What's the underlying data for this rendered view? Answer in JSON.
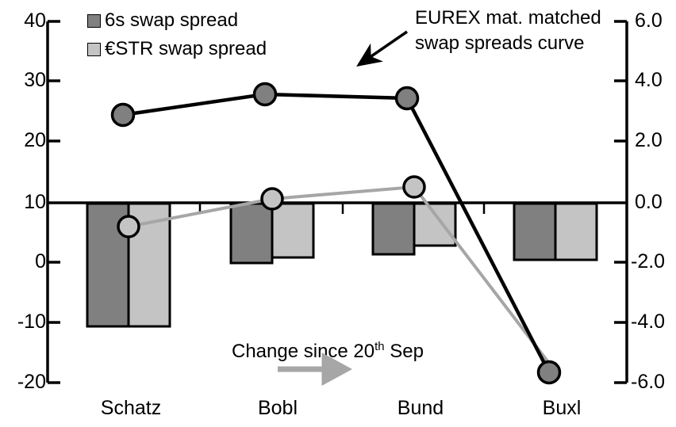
{
  "chart_data": {
    "type": "bar",
    "title": "",
    "xlabel": "",
    "categories": [
      "Schatz",
      "Bobl",
      "Bund",
      "Buxl"
    ],
    "left_axis": {
      "label": "",
      "ylim": [
        -20,
        40
      ],
      "ticks": [
        "40",
        "30",
        "20",
        "10",
        "0",
        "-10",
        "-20"
      ],
      "tick_values": [
        40,
        30,
        20,
        10,
        0,
        -10,
        -20
      ]
    },
    "right_axis": {
      "label": "",
      "ylim": [
        -6.0,
        6.0
      ],
      "ticks": [
        "6.0",
        "4.0",
        "2.0",
        "0.0",
        "-2.0",
        "-4.0",
        "-6.0"
      ],
      "tick_values": [
        6.0,
        4.0,
        2.0,
        0.0,
        -2.0,
        -4.0,
        -6.0
      ]
    },
    "grid": false,
    "zero_line_left_value": 10,
    "zero_line_right_value": 0.0,
    "series": [
      {
        "name": "6s swap spread",
        "type": "bar",
        "axis": "right",
        "color": "#808080",
        "edge_color": "#000000",
        "values": [
          -4.15,
          -2.0,
          -1.8,
          -1.9
        ]
      },
      {
        "name": "€STR swap spread",
        "type": "bar",
        "axis": "right",
        "color": "#c4c4c4",
        "edge_color": "#000000",
        "values": [
          -4.15,
          -1.9,
          -1.65,
          -1.9
        ]
      },
      {
        "name": "EUREX mat. matched swap spreads curve",
        "type": "line",
        "axis": "left",
        "color": "#000000",
        "marker_fill": "#808080",
        "values": [
          24.5,
          28.0,
          27.3,
          -18.0
        ]
      },
      {
        "name": "Change since 20th Sep",
        "type": "line",
        "axis": "left",
        "color": "#a6a6a6",
        "marker_fill": "#c4c4c4",
        "values": [
          6.0,
          10.6,
          12.8,
          -18.0
        ]
      }
    ]
  },
  "legend": {
    "position": "top-left",
    "items": [
      {
        "label": "6s swap spread",
        "color": "#808080"
      },
      {
        "label": "€STR swap spread",
        "color": "#c4c4c4"
      }
    ]
  },
  "annotations": {
    "curve_note": {
      "line1": "EUREX mat. matched",
      "line2": "swap spreads curve",
      "arrow": "diagonal-down-left-arrow"
    },
    "change_note": {
      "prefix": "Change since 20",
      "superscript": "th",
      "suffix": " Sep",
      "arrow": "right-arrow",
      "arrow_color": "#a6a6a6"
    }
  },
  "left_axis_labels": [
    "40",
    "30",
    "20",
    "10",
    "0",
    "-10",
    "-20"
  ],
  "right_axis_labels": [
    "6.0",
    "4.0",
    "2.0",
    "0.0",
    "-2.0",
    "-4.0",
    "-6.0"
  ],
  "category_labels": [
    "Schatz",
    "Bobl",
    "Bund",
    "Buxl"
  ]
}
